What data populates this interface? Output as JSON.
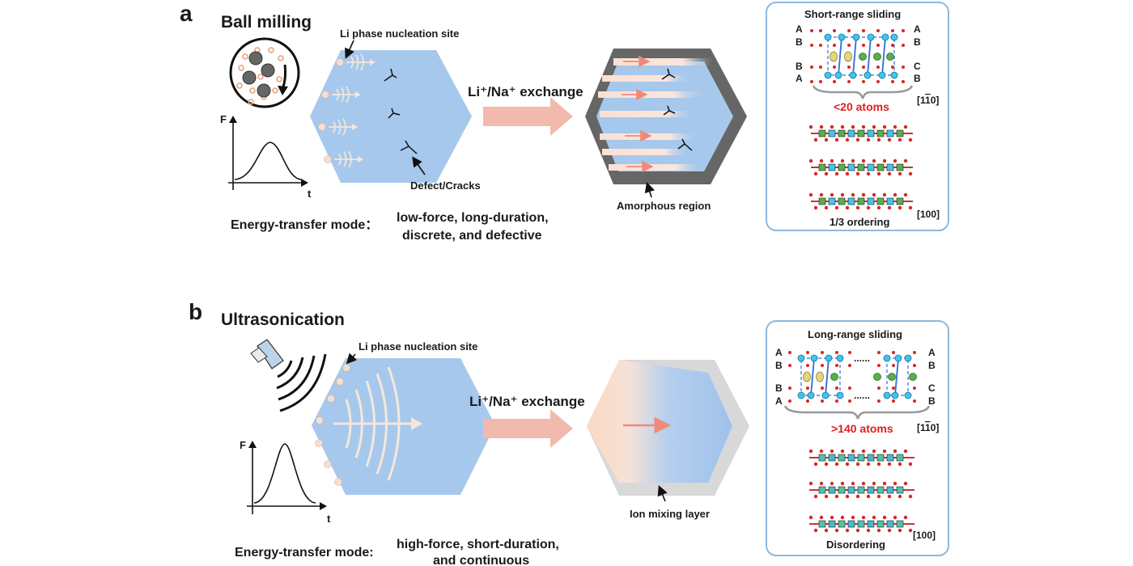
{
  "panel_a": {
    "letter": "a",
    "title": "Ball milling",
    "nucleation_label": "Li phase nucleation site",
    "defect_label": "Defect/Cracks",
    "exchange_label": "Li⁺/Na⁺ exchange",
    "result_label": "Amorphous region",
    "axis_y": "F",
    "axis_x": "t",
    "mode_label": "Energy-transfer mode：",
    "mode_line1": "low-force, long-duration,",
    "mode_line2": "discrete, and defective",
    "box": {
      "title": "Short-range sliding",
      "left_stack": [
        "A",
        "B",
        "B",
        "A"
      ],
      "right_stack": [
        "A",
        "B",
        "C",
        "B"
      ],
      "atoms_label": "<20 atoms",
      "dir_top_prefix": "[1",
      "dir_top_bar": "1",
      "dir_top_suffix": "0]",
      "dir_bottom": "[100]",
      "ordering_label": "1/3 ordering"
    }
  },
  "panel_b": {
    "letter": "b",
    "title": "Ultrasonication",
    "nucleation_label": "Li phase nucleation site",
    "exchange_label": "Li⁺/Na⁺ exchange",
    "result_label": "Ion mixing layer",
    "axis_y": "F",
    "axis_x": "t",
    "mode_label": "Energy-transfer mode:",
    "mode_line1": "high-force, short-duration,",
    "mode_line2": "and continuous",
    "box": {
      "title": "Long-range sliding",
      "left_stack": [
        "A",
        "B",
        "B",
        "A"
      ],
      "right_stack": [
        "A",
        "B",
        "C",
        "B"
      ],
      "dots": "......",
      "atoms_label": ">140 atoms",
      "dir_top_prefix": "[1",
      "dir_top_bar": "1",
      "dir_top_suffix": "0]",
      "dir_bottom": "[100]",
      "ordering_label": "Disordering"
    }
  },
  "colors": {
    "crystal": "#a6c8ec",
    "arrow": "#f2b9ad",
    "shell_dark": "#666666",
    "shell_light": "#d8d8d8",
    "box_border": "#8fb8dc",
    "highlight_red": "#e02020"
  }
}
